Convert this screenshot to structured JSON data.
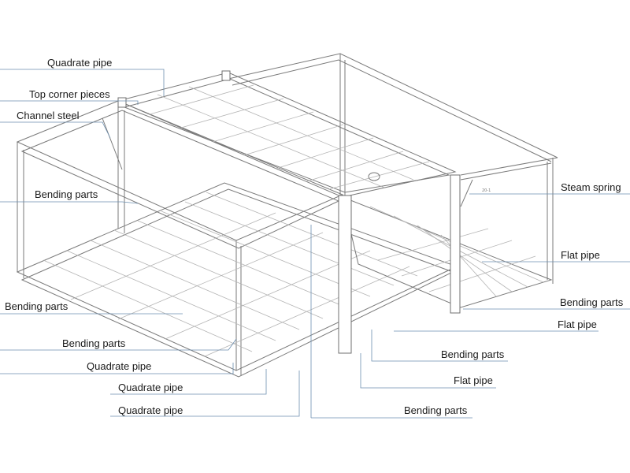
{
  "labels": {
    "quadrate_pipe_top": "Quadrate pipe",
    "top_corner_pieces": "Top corner pieces",
    "channel_steel": "Channel steel",
    "bending_parts_left_1": "Bending parts",
    "bending_parts_left_2": "Bending parts",
    "bending_parts_left_3": "Bending parts",
    "quadrate_pipe_bottom_1": "Quadrate pipe",
    "quadrate_pipe_bottom_2": "Quadrate pipe",
    "quadrate_pipe_bottom_3": "Quadrate pipe",
    "steam_spring": "Steam spring",
    "flat_pipe_right_1": "Flat pipe",
    "bending_parts_right_1": "Bending parts",
    "flat_pipe_right_2": "Flat pipe",
    "bending_parts_right_2": "Bending parts",
    "flat_pipe_right_3": "Flat pipe",
    "bending_parts_right_3": "Bending parts"
  },
  "annotations": {
    "spring_code": "20-1"
  },
  "colors": {
    "structure_line": "#7a7a7a",
    "leader_line": "#6c8fb0",
    "label_text": "#1a1a1a"
  }
}
